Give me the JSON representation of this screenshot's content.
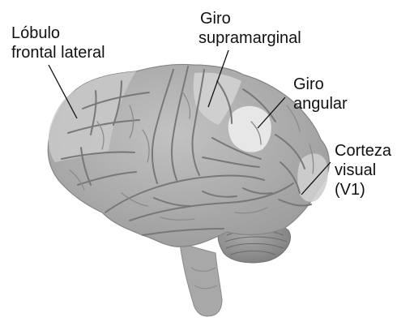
{
  "labels": {
    "lateral_frontal": {
      "line1": "Lóbulo",
      "line2": "frontal lateral"
    },
    "supramarginal": {
      "line1": "Giro",
      "line2": "supramarginal"
    },
    "angular": {
      "line1": "Giro",
      "line2": "angular"
    },
    "visual": {
      "line1": "Corteza",
      "line2": "visual",
      "line3": "(V1)"
    }
  },
  "colors": {
    "cortex": "#b3b3b3",
    "sulcus": "#7c7c7c",
    "highlight": "#d3d3d3",
    "angular_highlight": "#e7e7e7",
    "cerebellum": "#9a9a9a",
    "brainstem": "#a8a8a8",
    "leader_line": "#111111"
  }
}
